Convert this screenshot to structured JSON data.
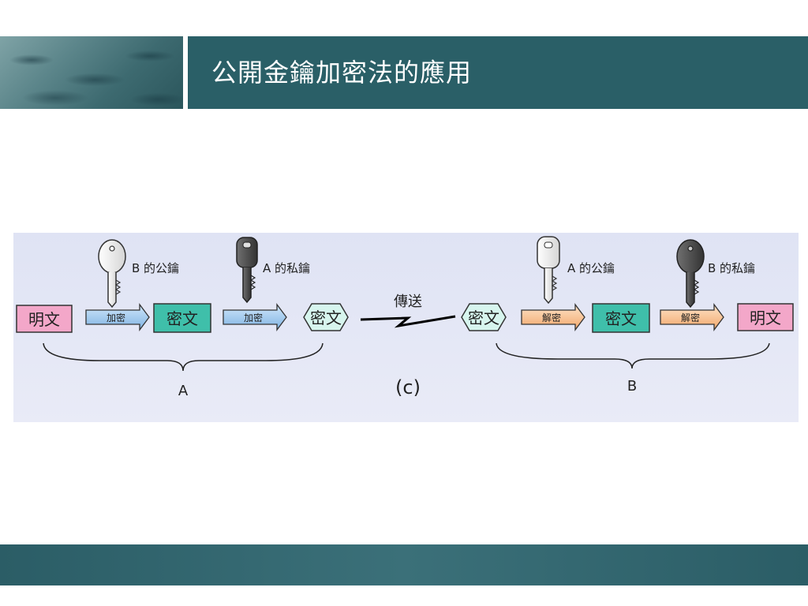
{
  "header": {
    "title": "公開金鑰加密法的應用"
  },
  "diagram": {
    "plaintext_left": "明文",
    "plaintext_right": "明文",
    "ciphertext_a1": "密文",
    "ciphertext_a2": "密文",
    "ciphertext_b1": "密文",
    "ciphertext_b2": "密文",
    "encrypt_1": "加密",
    "encrypt_2": "加密",
    "decrypt_1": "解密",
    "decrypt_2": "解密",
    "key_b_public": "B 的公鑰",
    "key_a_private": "A 的私鑰",
    "key_a_public": "A 的公鑰",
    "key_b_private": "B 的私鑰",
    "transmit": "傳送",
    "group_a": "A",
    "group_b": "B",
    "caption": "(c)"
  },
  "colors": {
    "header_bg": "#2a5f67",
    "pink_box": "#f3a7c9",
    "teal_box": "#3fbfaa",
    "hex_box": "#d7f5ee",
    "blue_arrow": "#9cc9ec",
    "orange_arrow": "#f6c79b"
  }
}
